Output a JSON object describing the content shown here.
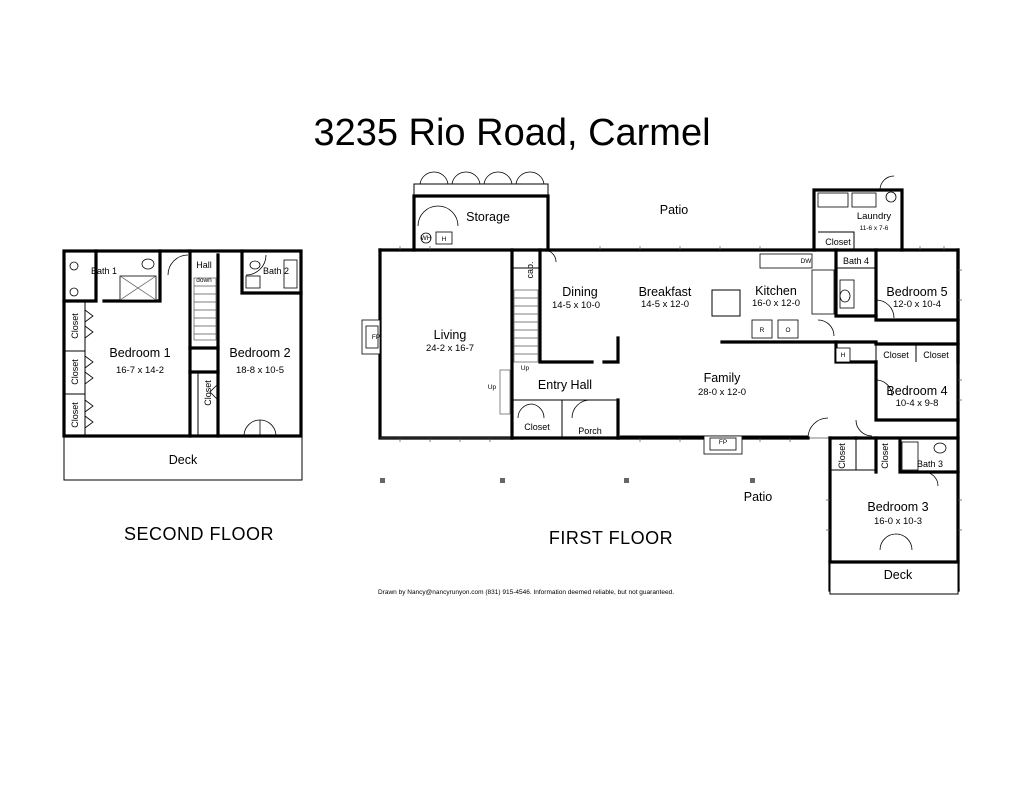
{
  "title": "3235 Rio Road, Carmel",
  "floors": {
    "second": "SECOND FLOOR",
    "first": "FIRST FLOOR"
  },
  "second_floor": {
    "bath1": "Bath 1",
    "hall": "Hall",
    "down": "down",
    "bath2": "Bath 2",
    "closet_a": "Closet",
    "closet_b": "Closet",
    "closet_c": "Closet",
    "closet_d": "Closet",
    "bedroom1": {
      "name": "Bedroom 1",
      "dim": "16-7 x 14-2"
    },
    "bedroom2": {
      "name": "Bedroom 2",
      "dim": "18-8 x 10-5"
    },
    "deck": "Deck"
  },
  "first_floor": {
    "storage": "Storage",
    "patio_top": "Patio",
    "patio_bottom": "Patio",
    "laundry": {
      "name": "Laundry",
      "dim": "11-6 x 7-6"
    },
    "laundry_closet": "Closet",
    "cab": "cab.",
    "living": {
      "name": "Living",
      "dim": "24-2 x 16-7"
    },
    "dining": {
      "name": "Dining",
      "dim": "14-5 x 10-0"
    },
    "breakfast": {
      "name": "Breakfast",
      "dim": "14-5 x 12-0"
    },
    "kitchen": {
      "name": "Kitchen",
      "dim": "16-0 x 12-0"
    },
    "dw": "DW",
    "bath4": "Bath 4",
    "bedroom5": {
      "name": "Bedroom 5",
      "dim": "12-0 x 10-4"
    },
    "bedroom4": {
      "name": "Bedroom 4",
      "dim": "10-4 x 9-8"
    },
    "closet_b4a": "Closet",
    "closet_b4b": "Closet",
    "bath3": "Bath 3",
    "closet_b3a": "Closet",
    "closet_b3b": "Closet",
    "bedroom3": {
      "name": "Bedroom 3",
      "dim": "16-0 x 10-3"
    },
    "deck": "Deck",
    "entry_hall": "Entry Hall",
    "entry_closet": "Closet",
    "porch": "Porch",
    "family": {
      "name": "Family",
      "dim": "28-0 x 12-0"
    },
    "fp_living": "FP",
    "fp_family": "FP",
    "up_main": "Up",
    "up_stair": "Up",
    "wh": "WH",
    "h_storage": "H",
    "h_hall": "H",
    "fixture_r": "R",
    "fixture_o": "O"
  },
  "credit": "Drawn by Nancy@nancyrunyon.com (831) 915-4546.  Information deemed reliable, but not guaranteed."
}
